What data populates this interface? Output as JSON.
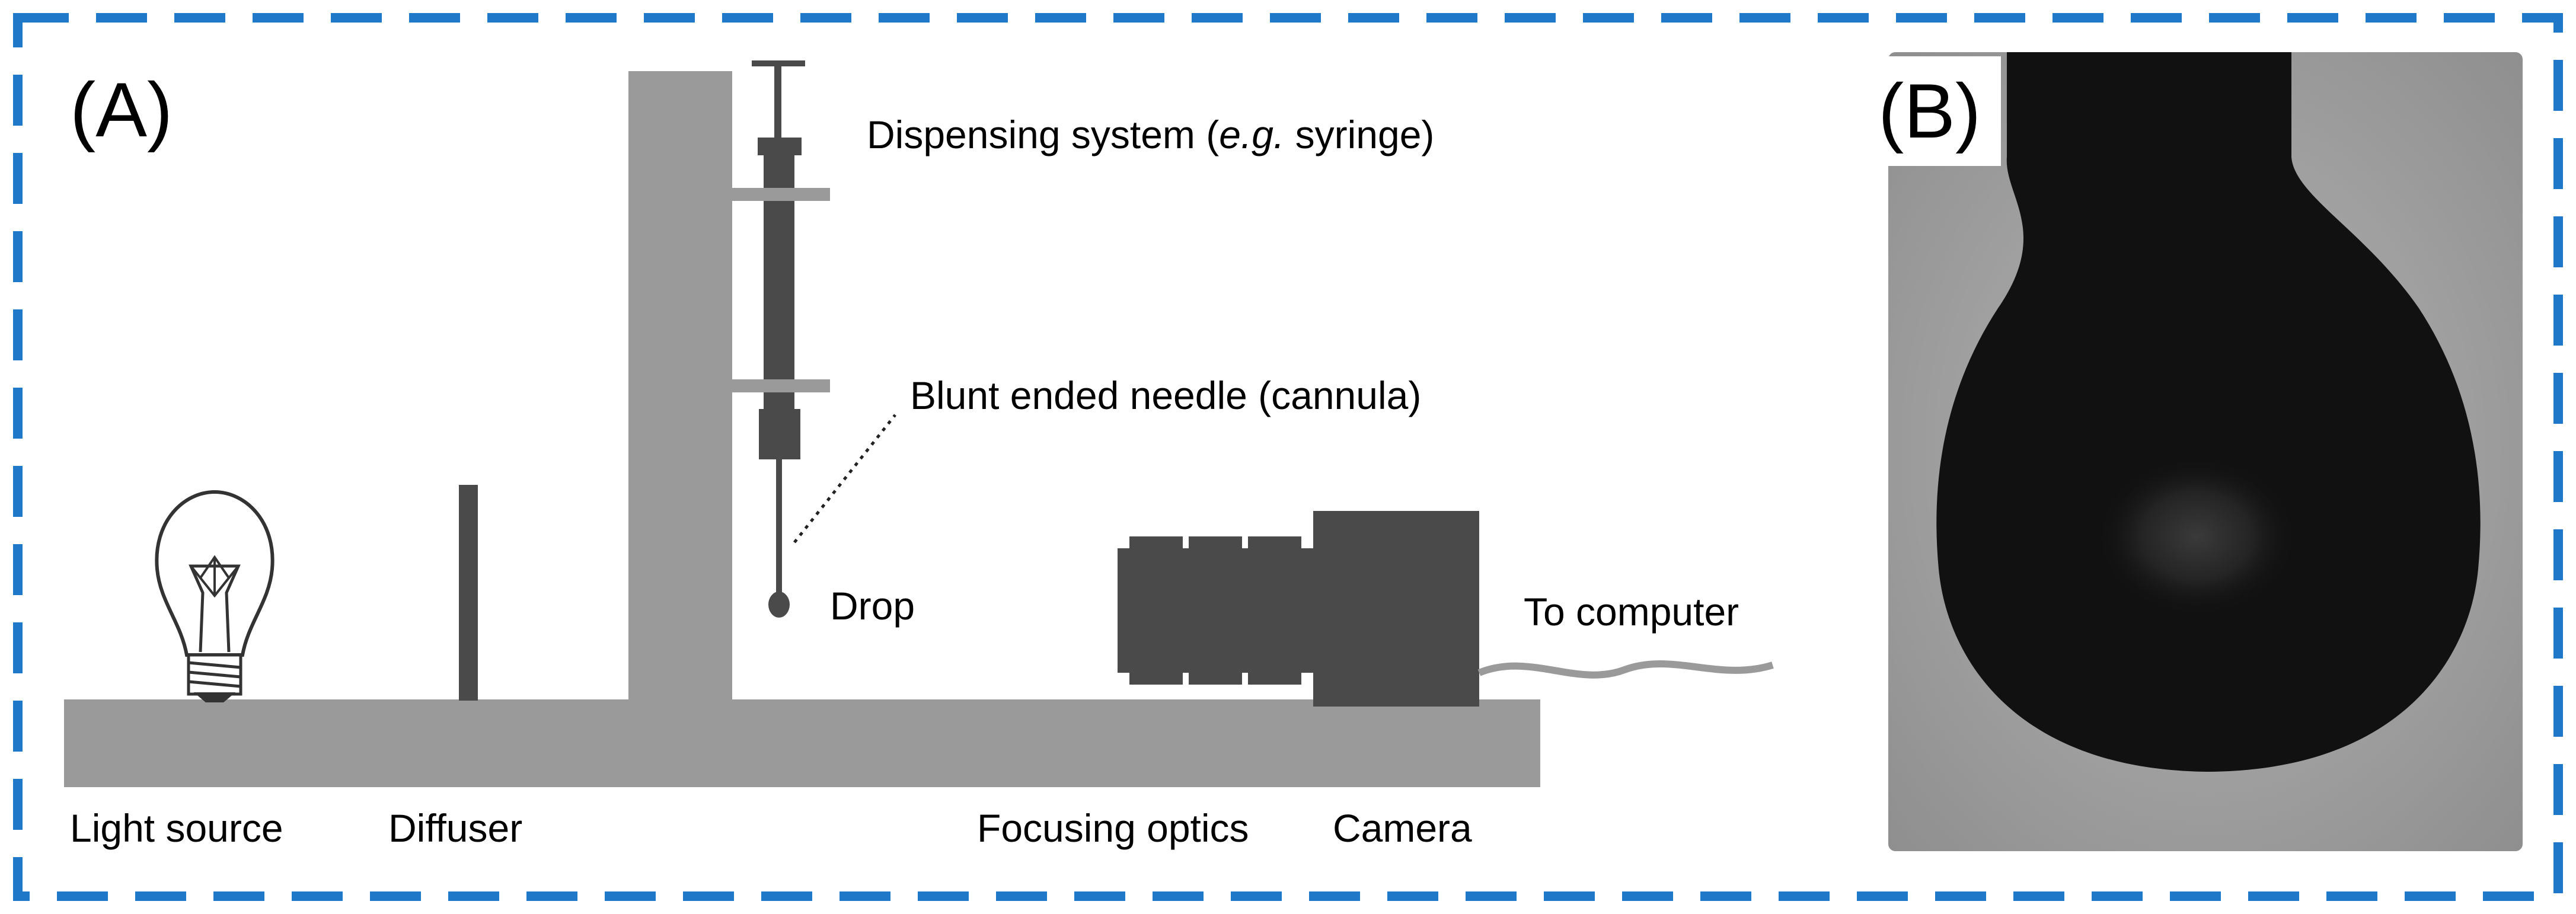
{
  "panels": {
    "a": {
      "letter": "(A)"
    },
    "b": {
      "letter": "(B)"
    }
  },
  "labels": {
    "dispensing_prefix": "Dispensing system (",
    "dispensing_eg": "e.g.",
    "dispensing_suffix": " syringe)",
    "needle": "Blunt ended needle (cannula)",
    "drop": "Drop",
    "to_computer": "To computer",
    "light_source": "Light source",
    "diffuser": "Diffuser",
    "focusing_optics": "Focusing optics",
    "camera": "Camera"
  },
  "colors": {
    "frame_dash": "#1f78c8",
    "bench": "#9a9a9a",
    "dark_part": "#4a4a4a",
    "photo_background": "#9c9c9c",
    "drop_silhouette": "#111111"
  }
}
